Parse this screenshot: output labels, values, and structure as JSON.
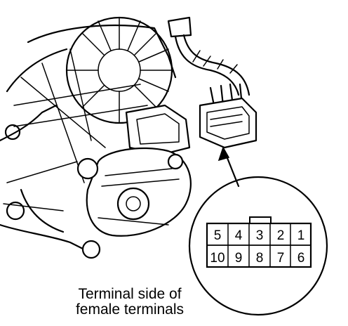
{
  "connector": {
    "top_row": [
      "5",
      "4",
      "3",
      "2",
      "1"
    ],
    "bottom_row": [
      "10",
      "9",
      "8",
      "7",
      "6"
    ]
  },
  "caption": {
    "line1": "Terminal side of",
    "line2": "female terminals"
  }
}
